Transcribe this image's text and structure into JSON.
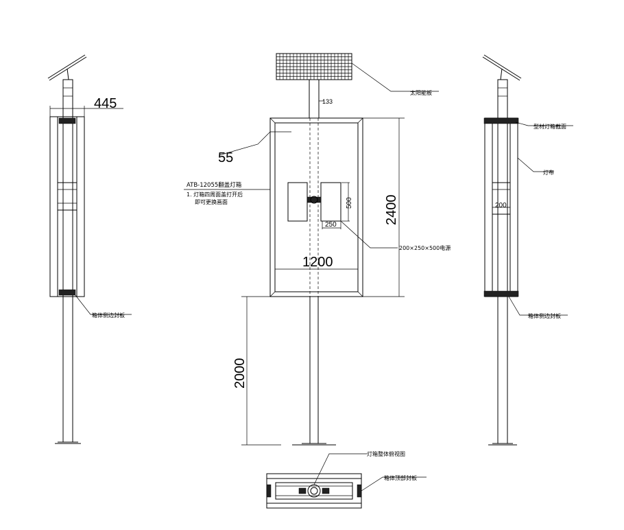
{
  "labels": {
    "solar_panel": "太阳能板",
    "lightbox_title": "ATB-12055翻盖灯箱",
    "lightbox_note_line1": "1. 灯箱四周面盖打开后",
    "lightbox_note_line2": "即可更换画面",
    "power_supply": "200×250×500电源",
    "profile_section": "型材灯箱截面",
    "light_cloth": "灯布",
    "side_cover_left": "箱体侧边封板",
    "side_cover_right": "箱体侧边封板",
    "top_view": "灯箱整体俯视图",
    "top_cover": "箱体顶部封板"
  },
  "dimensions": {
    "d445": "445",
    "d133": "133",
    "d55": "55",
    "d500": "500",
    "d250": "250",
    "d2400": "2400",
    "d1200": "1200",
    "d2000": "2000",
    "d200": "200"
  }
}
